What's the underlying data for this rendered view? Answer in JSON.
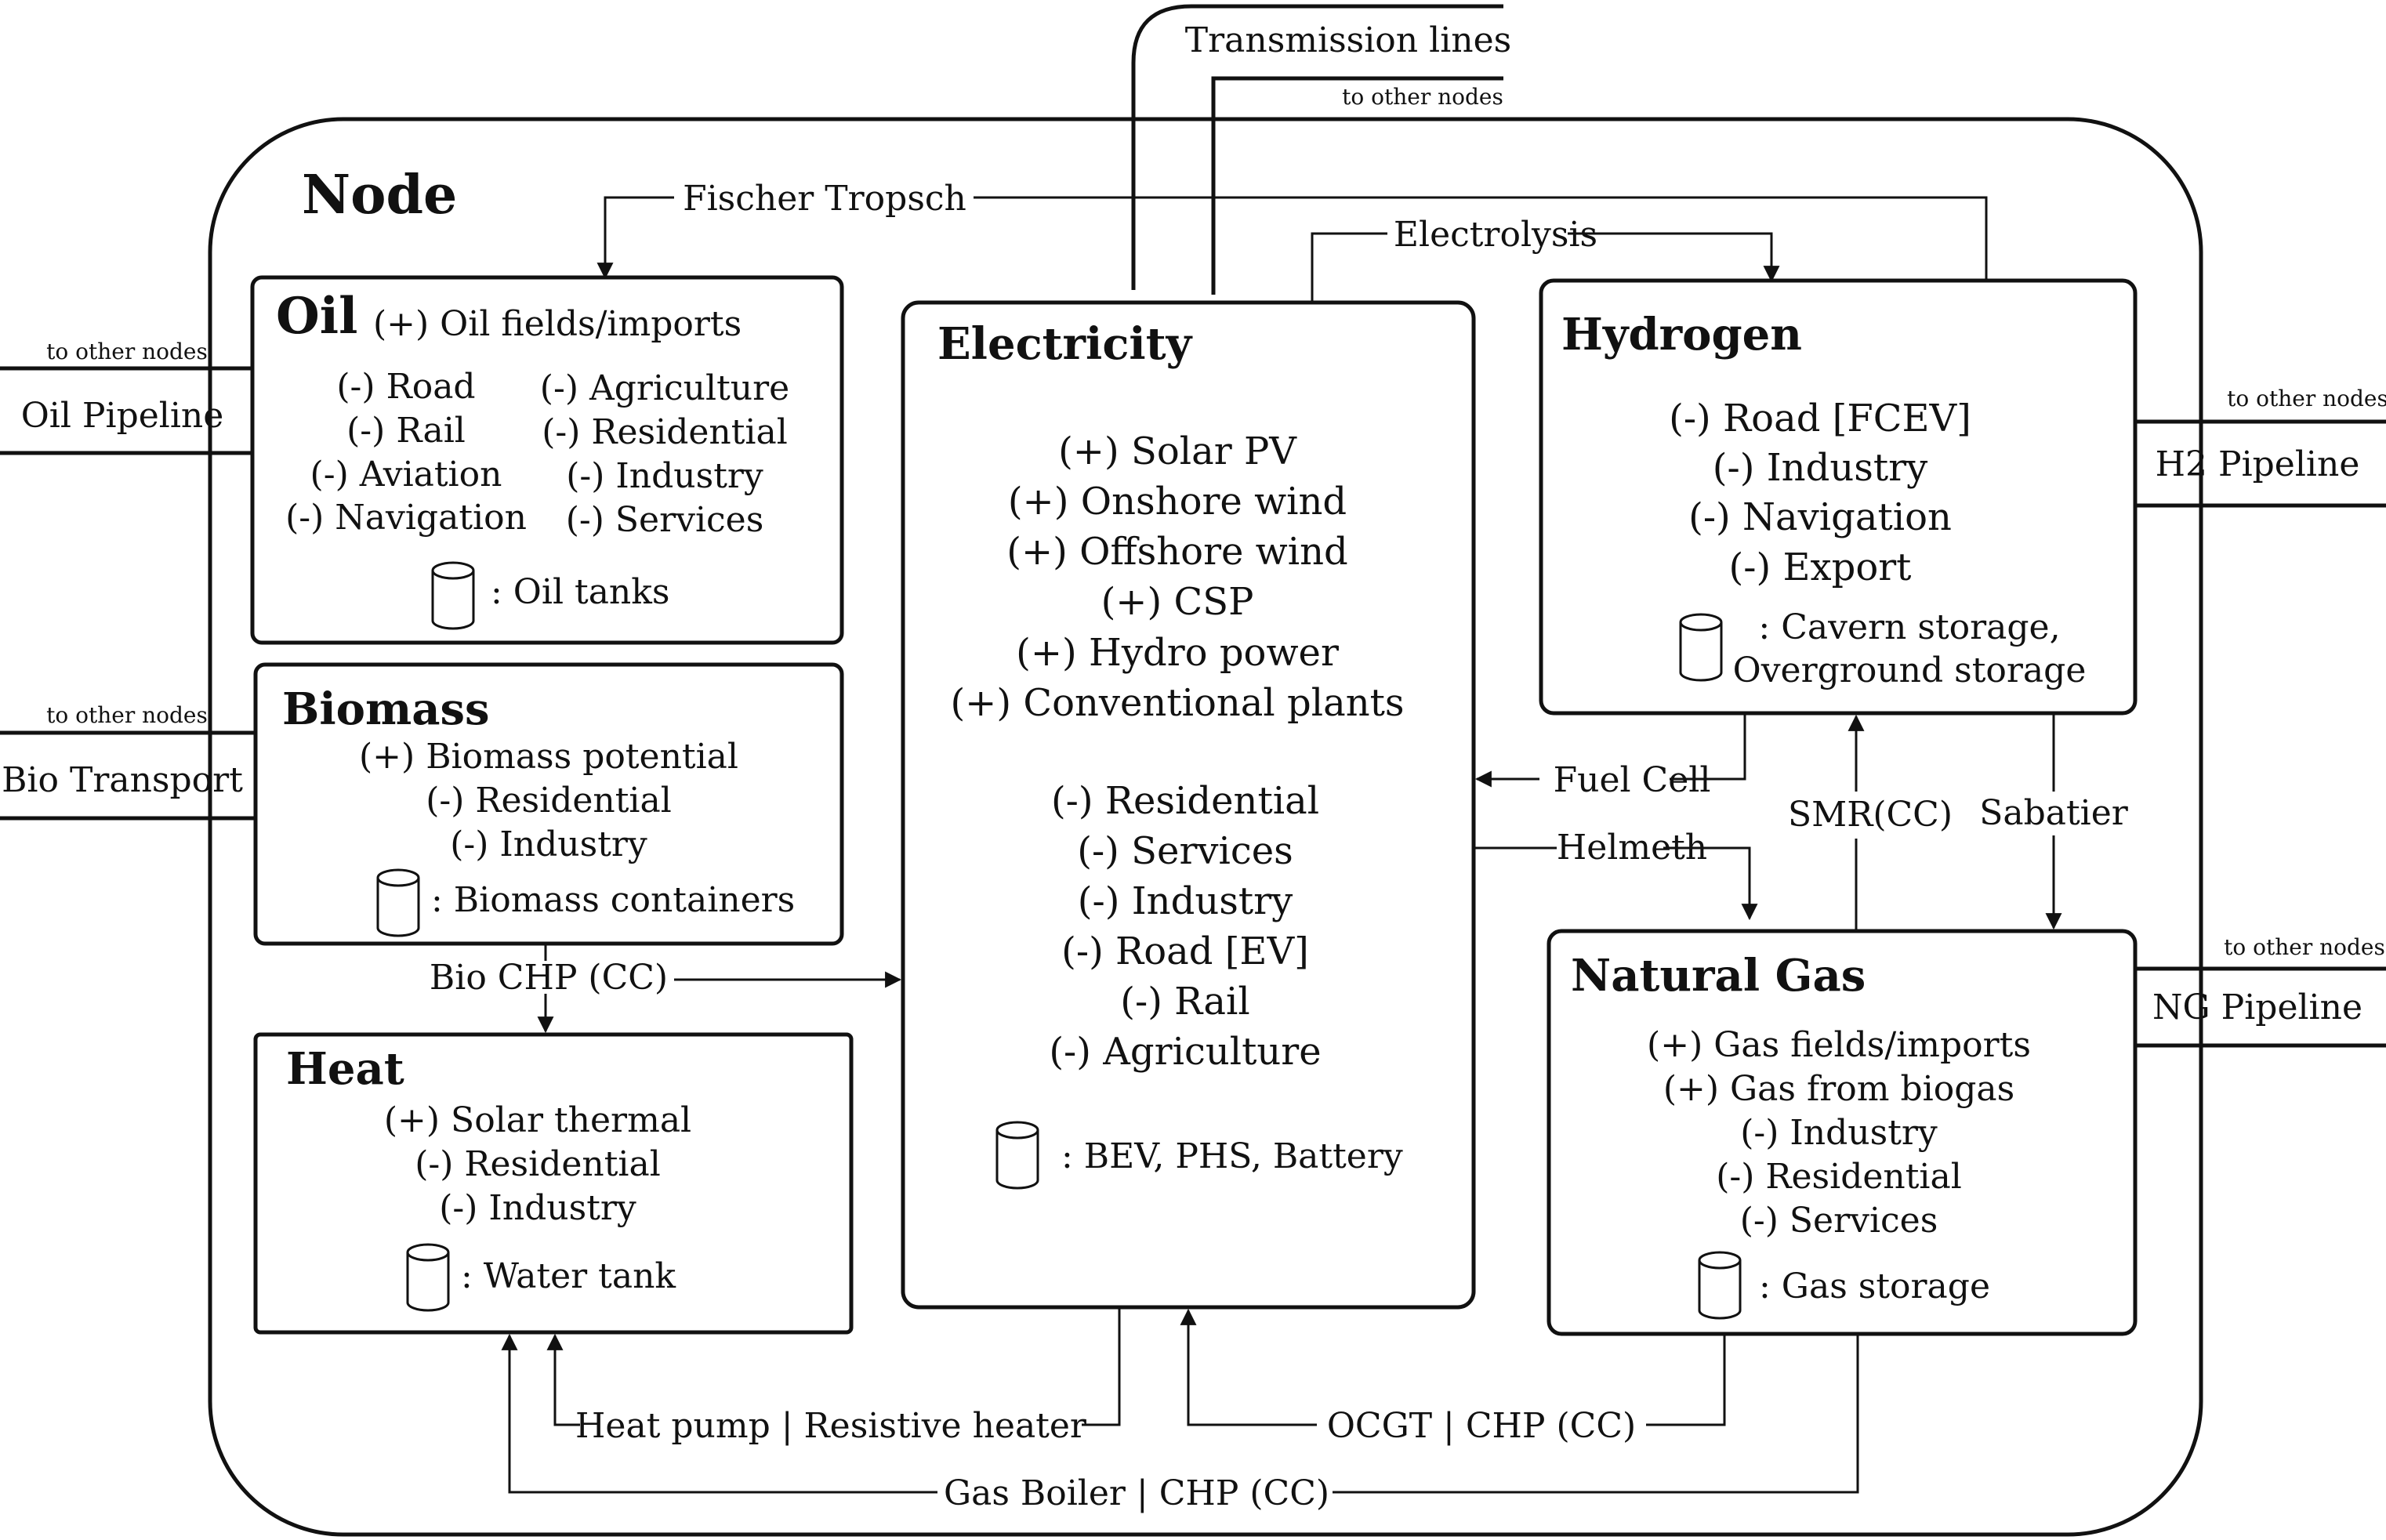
{
  "node_title": "Node",
  "oil": {
    "title": "Oil",
    "supply": "(+) Oil fields/imports",
    "demand_left": [
      "(-) Road",
      "(-) Rail",
      "(-) Aviation",
      "(-) Navigation"
    ],
    "demand_right": [
      "(-) Agriculture",
      "(-) Residential",
      "(-) Industry",
      "(-) Services"
    ],
    "storage": ": Oil tanks"
  },
  "biomass": {
    "title": "Biomass",
    "items": [
      "(+) Biomass potential",
      "(-) Residential",
      "(-) Industry"
    ],
    "storage": ": Biomass containers"
  },
  "heat": {
    "title": "Heat",
    "items": [
      "(+) Solar thermal",
      "(-) Residential",
      "(-) Industry"
    ],
    "storage": ": Water tank"
  },
  "electricity": {
    "title": "Electricity",
    "supply": [
      "(+) Solar PV",
      "(+) Onshore wind",
      "(+) Offshore wind",
      "(+) CSP",
      "(+) Hydro power",
      "(+) Conventional plants"
    ],
    "demand": [
      "(-) Residential",
      "(-) Services",
      "(-) Industry",
      "(-) Road [EV]",
      "(-) Rail",
      "(-) Agriculture"
    ],
    "storage": ": BEV, PHS, Battery"
  },
  "hydrogen": {
    "title": "Hydrogen",
    "items": [
      "(-) Road [FCEV]",
      "(-) Industry",
      "(-) Navigation",
      "(-) Export"
    ],
    "storage": [
      ": Cavern storage,",
      "Overground storage"
    ]
  },
  "natural_gas": {
    "title": "Natural Gas",
    "items": [
      "(+) Gas fields/imports",
      "(+) Gas from biogas",
      "(-) Industry",
      "(-) Residential",
      "(-) Services"
    ],
    "storage": ": Gas storage"
  },
  "pipelines": {
    "oil": "Oil Pipeline",
    "bio": "Bio Transport",
    "h2": "H2 Pipeline",
    "ng": "NG Pipeline",
    "transmission": "Transmission lines",
    "other_nodes": "to other nodes"
  },
  "conversions": {
    "fischer_tropsch": "Fischer Tropsch",
    "electrolysis": "Electrolysis",
    "fuel_cell": "Fuel Cell",
    "helmeth": "Helmeth",
    "smr": "SMR(CC)",
    "sabatier": "Sabatier",
    "bio_chp": "Bio CHP (CC)",
    "heat_pump": "Heat pump | Resistive heater",
    "ocgt": "OCGT | CHP (CC)",
    "gas_boiler": "Gas Boiler | CHP (CC)"
  }
}
